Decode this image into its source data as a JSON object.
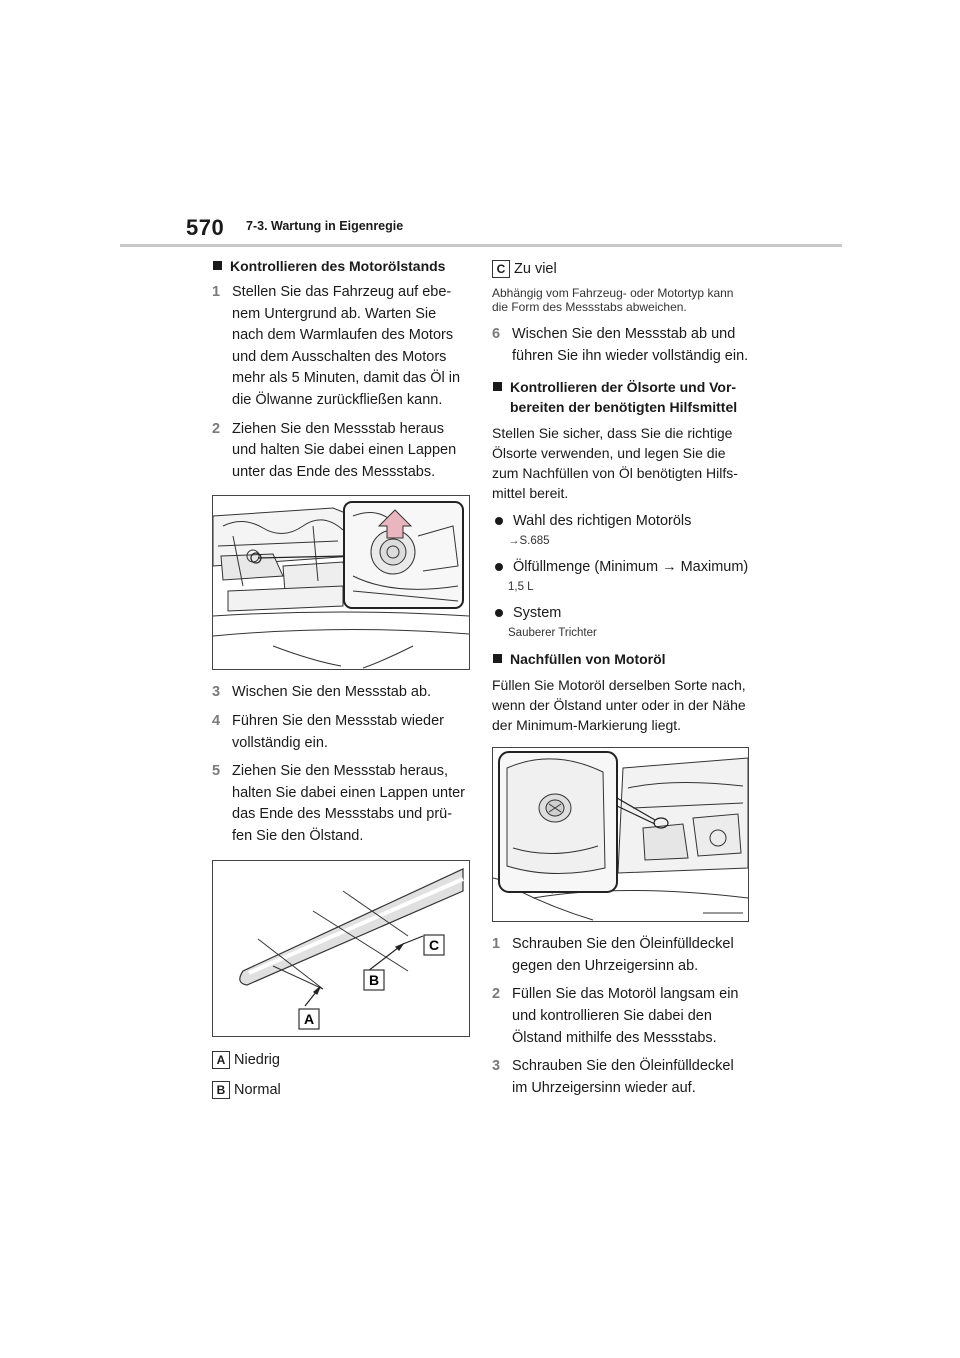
{
  "header": {
    "page_number": "570",
    "section": "7-3. Wartung in Eigenregie"
  },
  "left": {
    "heading": "Kontrollieren des Motorölstands",
    "steps_a": [
      {
        "num": "1",
        "text": "Stellen Sie das Fahrzeug auf ebe-nem Untergrund ab. Warten Sie nach dem Warmlaufen des Motors und dem Ausschalten des Motors mehr als 5 Minuten, damit das Öl in die Ölwanne zurückfließen kann."
      },
      {
        "num": "2",
        "text": "Ziehen Sie den Messstab heraus und halten Sie dabei einen Lappen unter das Ende des Messstabs."
      }
    ],
    "steps_b": [
      {
        "num": "3",
        "text": "Wischen Sie den Messstab ab."
      },
      {
        "num": "4",
        "text": "Führen Sie den Messstab wieder vollständig ein."
      },
      {
        "num": "5",
        "text": "Ziehen Sie den Messstab heraus, halten Sie dabei einen Lappen unter das Ende des Messstabs und prü-fen Sie den Ölstand."
      }
    ],
    "figure_labels": {
      "a": "A",
      "b": "B",
      "c": "C"
    },
    "legend": [
      {
        "key": "A",
        "text": "Niedrig"
      },
      {
        "key": "B",
        "text": "Normal"
      }
    ]
  },
  "right": {
    "legend_c": {
      "key": "C",
      "text": "Zu viel"
    },
    "dipstick_note": "Abhängig vom Fahrzeug- oder Motortyp kann die Form des Messstabs abweichen.",
    "step6": {
      "num": "6",
      "text": "Wischen Sie den Messstab ab und führen Sie ihn wieder vollständig ein."
    },
    "heading2": "Kontrollieren der Ölsorte und Vor-bereiten der benötigten Hilfsmittel",
    "para2": "Stellen Sie sicher, dass Sie die richtige Ölsorte verwenden, und legen Sie die zum Nachfüllen von Öl benötigten Hilfs-mittel bereit.",
    "bullets": [
      {
        "text": "Wahl des richtigen Motoröls",
        "sub": "→S.685"
      },
      {
        "text": "Ölfüllmenge (Minimum → Maximum)",
        "sub": "1,5 L"
      },
      {
        "text": "System",
        "sub": "Sauberer Trichter"
      }
    ],
    "heading3": "Nachfüllen von Motoröl",
    "para3": "Füllen Sie Motoröl derselben Sorte nach, wenn der Ölstand unter oder in der Nähe der Minimum-Markierung liegt.",
    "steps": [
      {
        "num": "1",
        "text": "Schrauben Sie den Öleinfülldeckel gegen den Uhrzeigersinn ab."
      },
      {
        "num": "2",
        "text": "Füllen Sie das Motoröl langsam ein und kontrollieren Sie dabei den Ölstand mithilfe des Messstabs."
      },
      {
        "num": "3",
        "text": "Schrauben Sie den Öleinfülldeckel im Uhrzeigersinn wieder auf."
      }
    ]
  },
  "colors": {
    "arrow_fill": "#e9b6bf",
    "header_rule": "#c9c9c9",
    "step_number": "#7a7a7a"
  }
}
